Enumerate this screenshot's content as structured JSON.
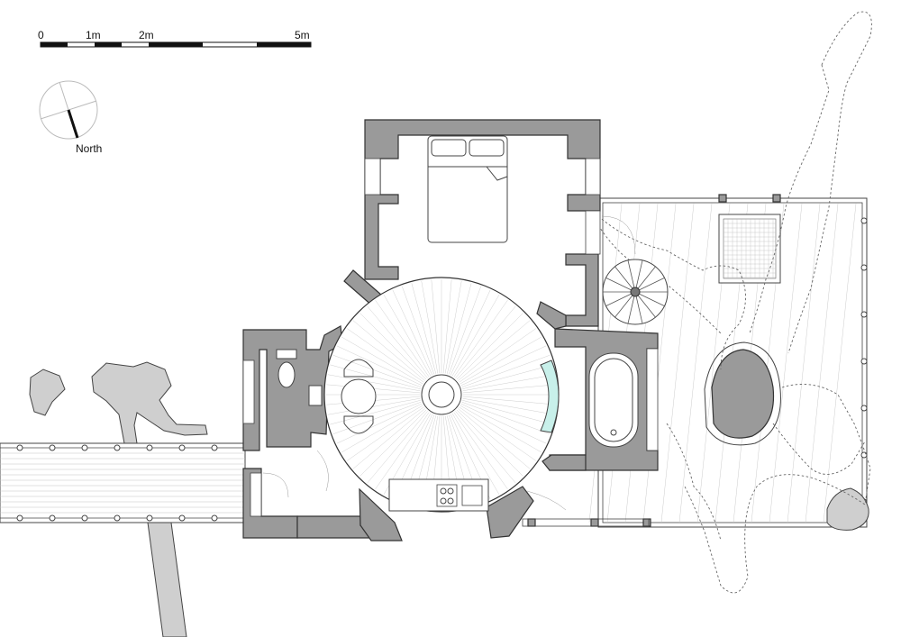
{
  "scale_bar": {
    "labels": [
      "0",
      "1m",
      "2m",
      "5m"
    ]
  },
  "compass": {
    "label": "North",
    "icon": "north-arrow-icon"
  },
  "colors": {
    "wall_fill": "#9a9a9a",
    "rock_fill": "#cfcfcf",
    "glass_tint": "#c8f0ea",
    "line": "#333333"
  }
}
